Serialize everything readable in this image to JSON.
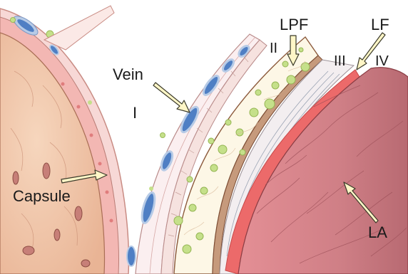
{
  "labels": {
    "vein": "Vein",
    "capsule": "Capsule",
    "lpf": "LPF",
    "lf": "LF",
    "la": "LA",
    "layer_1": "I",
    "layer_2": "II",
    "layer_3": "III",
    "layer_4": "IV"
  },
  "colors": {
    "capsule_fill": "#f1c9ad",
    "capsule_rim": "#f3b7b3",
    "vein_blue": "#4f7fc4",
    "vein_rim": "#b7cbe6",
    "cell_green": "#c5e08a",
    "muscle_red": "#ec6a6a",
    "muscle_body": "#d7868c",
    "leader_fill": "#fff6c7",
    "outline": "#6d3b2b"
  },
  "icons": [
    "block-arrow-icon"
  ]
}
